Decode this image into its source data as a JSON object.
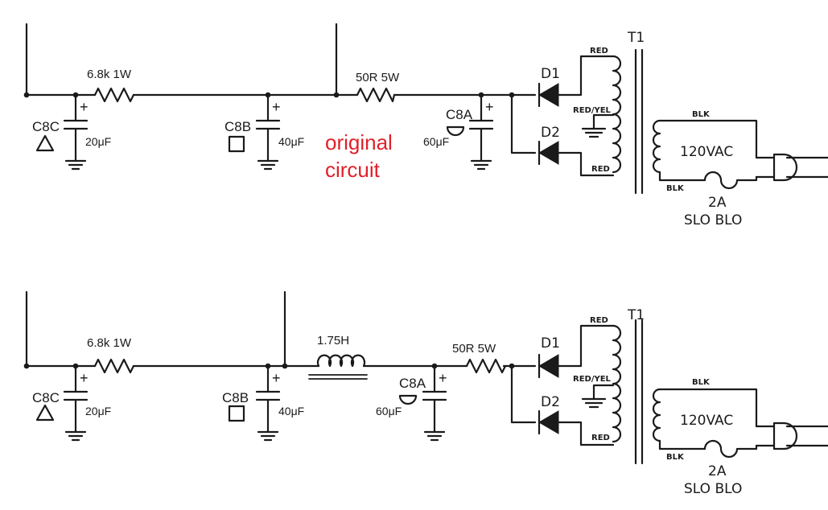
{
  "annotation": {
    "line1": "original",
    "line2": "circuit",
    "color": "#e0202a"
  },
  "components": {
    "r_load": "6.8k 1W",
    "r_power": "50R 5W",
    "choke": "1.75H",
    "c8c_name": "C8C",
    "c8c_value": "20μF",
    "c8b_name": "C8B",
    "c8b_value": "40μF",
    "c8a_name": "C8A",
    "c8a_value": "60μF",
    "d1": "D1",
    "d2": "D2",
    "transformer": "T1",
    "wire_red": "RED",
    "wire_red_yel": "RED/YEL",
    "wire_blk": "BLK",
    "mains": "120VAC",
    "fuse_rating": "2A",
    "fuse_type": "SLO BLO",
    "plus": "+"
  }
}
